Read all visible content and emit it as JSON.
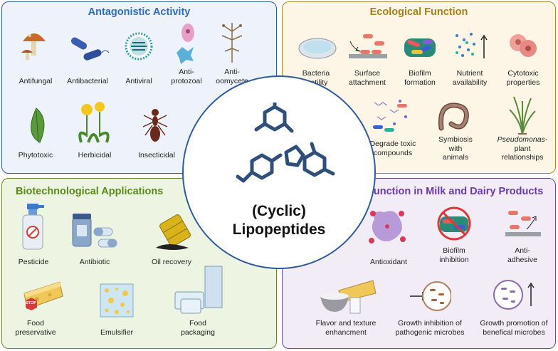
{
  "center": {
    "line1": "(Cyclic)",
    "line2": "Lipopeptides"
  },
  "antagonistic": {
    "title": "Antagonistic Activity",
    "items": [
      "Antifungal",
      "Antibacterial",
      "Antiviral",
      "Anti-\nprotozoal",
      "Anti-\noomycete",
      "Phytotoxic",
      "Herbicidal",
      "Insecticidal"
    ]
  },
  "ecological": {
    "title": "Ecological Function",
    "items": [
      "Bacteria\nmotility",
      "Surface\nattachment",
      "Biofilm\nformation",
      "Nutrient\navailability",
      "Cytotoxic\nproperties",
      "Degrade toxic\ncompounds",
      "Symbiosis\nwith\nanimals"
    ],
    "pseudo_italic": "Pseudomonas",
    "pseudo_rest": "-\nplant\nrelationships"
  },
  "biotech": {
    "title": "Biotechnological Applications",
    "items": [
      "Pesticide",
      "Antibiotic",
      "Oil recovery",
      "Food\npreservative",
      "Emulsifier",
      "Food\npackaging"
    ],
    "stop_sign": "STOP"
  },
  "dairy": {
    "title": "Function in Milk and Dairy Products",
    "items": [
      "Antioxidant",
      "Biofilm\ninhibition",
      "Anti-\nadhesive",
      "Flavor and texture\nenhancment",
      "Growth inhibition of\npathogenic microbes",
      "Growth promotion of\nbenefical microbes"
    ]
  },
  "colors": {
    "antagonistic": "#2f5b9a",
    "ecological": "#a88a2a",
    "biotech": "#6a8a30",
    "dairy": "#6b4a8f"
  }
}
